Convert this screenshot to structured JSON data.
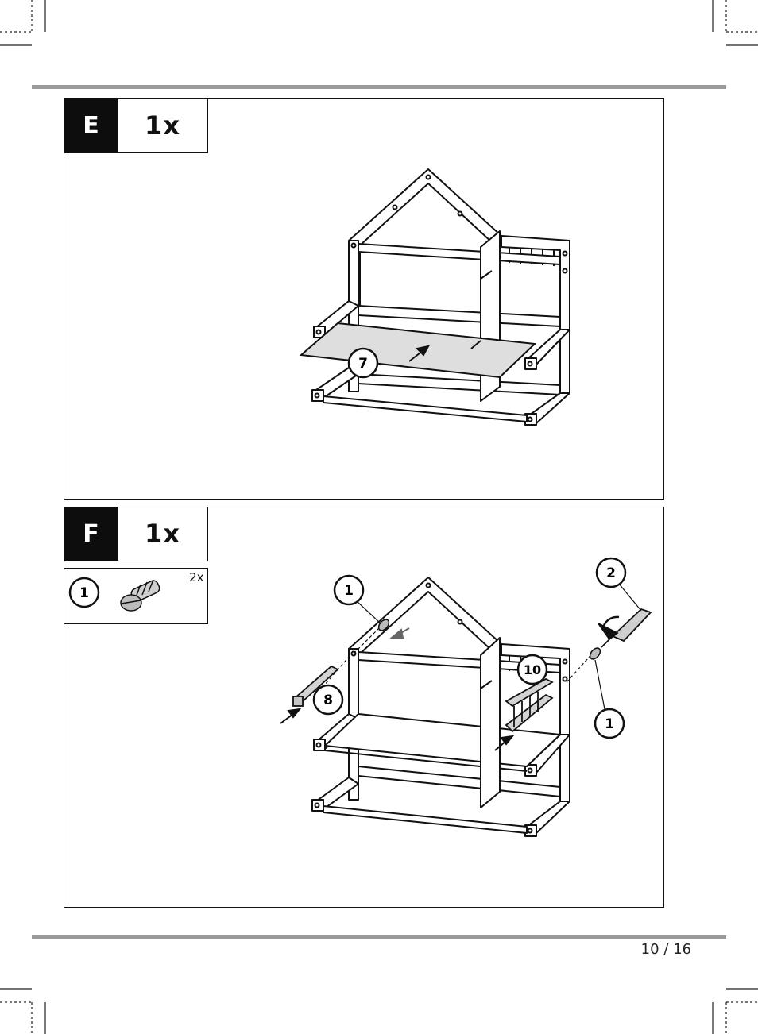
{
  "steps": [
    {
      "letter": "E",
      "quantity": "1x",
      "callouts": [
        "7"
      ]
    },
    {
      "letter": "F",
      "quantity": "1x",
      "parts": [
        {
          "number": "1",
          "quantity": "2x",
          "icon": "screw-icon"
        }
      ],
      "callouts": [
        "1",
        "8",
        "10",
        "2",
        "1"
      ]
    }
  ],
  "footer": {
    "page": "10 / 16"
  }
}
